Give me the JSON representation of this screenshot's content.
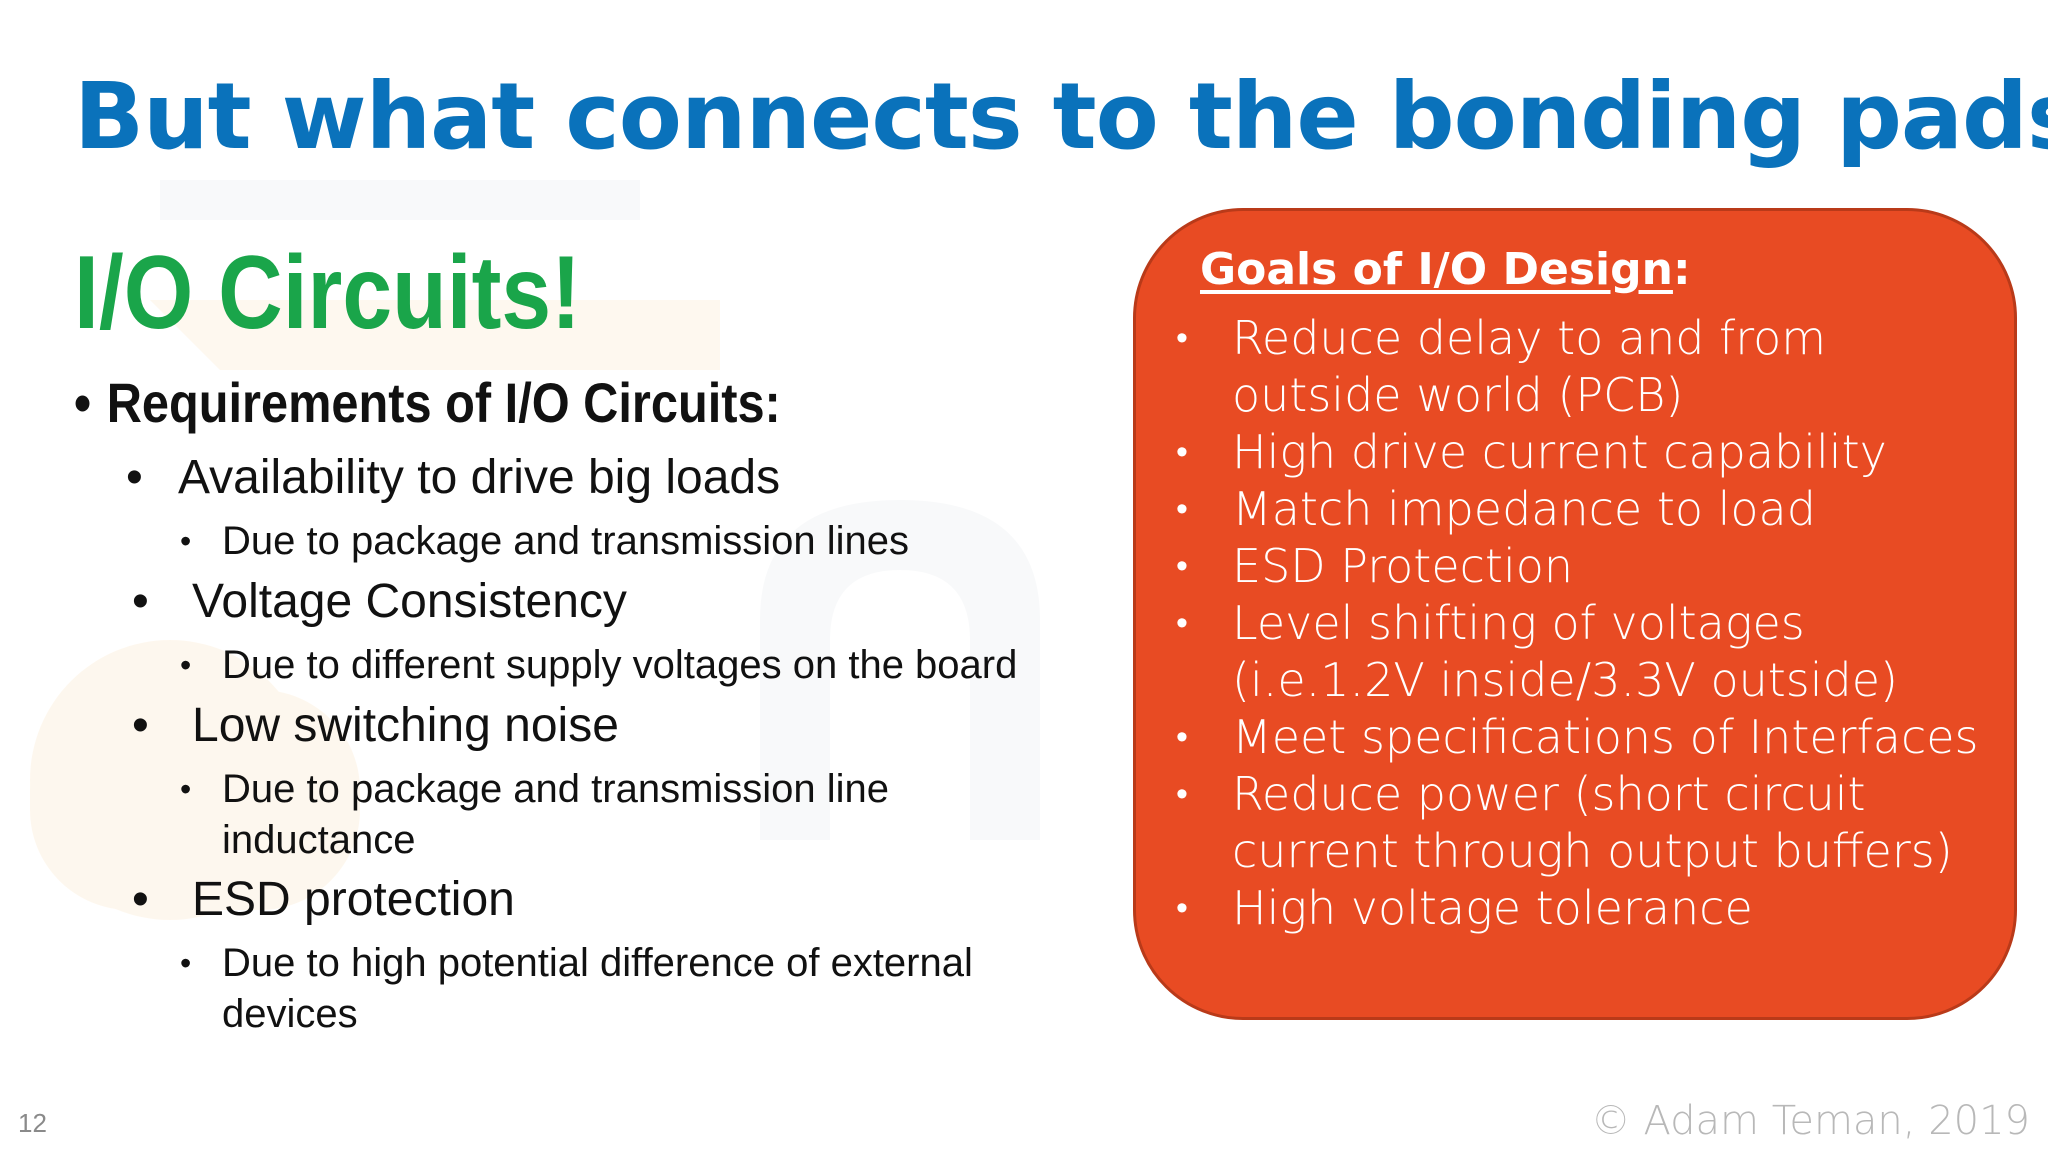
{
  "slide": {
    "title": "But what connects to the bonding pads?",
    "subtitle": "I/O Circuits!",
    "requirements_heading": "Requirements of I/O Circuits:",
    "requirements": [
      {
        "label": "Availability to drive big loads",
        "detail": "Due to package and transmission lines"
      },
      {
        "label": "Voltage Consistency",
        "detail": "Due to different supply voltages on the board"
      },
      {
        "label": "Low switching noise",
        "detail": "Due to package and transmission line inductance"
      },
      {
        "label": "ESD protection",
        "detail": "Due to high potential difference of external devices"
      }
    ],
    "goals": {
      "title": "Goals of I/O Design",
      "title_suffix": ":",
      "items": [
        "Reduce delay to and from outside world (PCB)",
        "High drive current capability",
        "Match impedance to load",
        "ESD Protection",
        "Level shifting of voltages (i.e.1.2V inside/3.3V outside)",
        "Meet specifications of Interfaces",
        "Reduce power (short circuit current through output buffers)",
        "High voltage tolerance"
      ]
    },
    "page_number": "12",
    "copyright": "© Adam Teman, 2019",
    "bullet_char": "•"
  },
  "colors": {
    "title": "#0a72bb",
    "subtitle": "#1aa54a",
    "goals_box": "#e84b23",
    "text": "#111111"
  }
}
